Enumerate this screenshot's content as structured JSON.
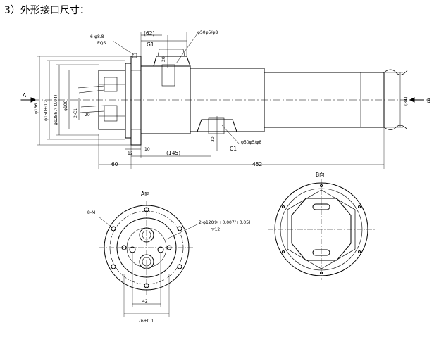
{
  "title": "3）外形接口尺寸：",
  "side_view": {
    "labels": {
      "holes_spec": "6-φ8.8",
      "eqs": "EQS",
      "dim_62": "(62)",
      "g1_top": "G1",
      "port_top": "φ50φ5/φ8",
      "port_bottom": "φ50φ5/φ8",
      "dim_20_top": "20",
      "dim_30_bottom": "30",
      "c1": "C1",
      "dia_186": "φ186",
      "dia_150": "φ150±0.2",
      "dia_128": "φ128h7(-0.04)",
      "dia_100": "φ100",
      "slot_2c1": "2-C1",
      "dim_20_left": "20",
      "dim_84": "(84)",
      "arrow_a": "A",
      "arrow_b": "B",
      "dim_12": "12",
      "dim_10": "10",
      "dim_145": "(145)",
      "dim_60": "60",
      "dim_452": "452"
    }
  },
  "view_a": {
    "title": "A向",
    "labels": {
      "holes": "8-M",
      "bore_spec": "2-φ12Q9(+0.007/+0.05)",
      "bore_depth": "▽12",
      "dim_42": "42",
      "dim_76": "76±0.1"
    }
  },
  "view_b": {
    "title": "B向"
  }
}
